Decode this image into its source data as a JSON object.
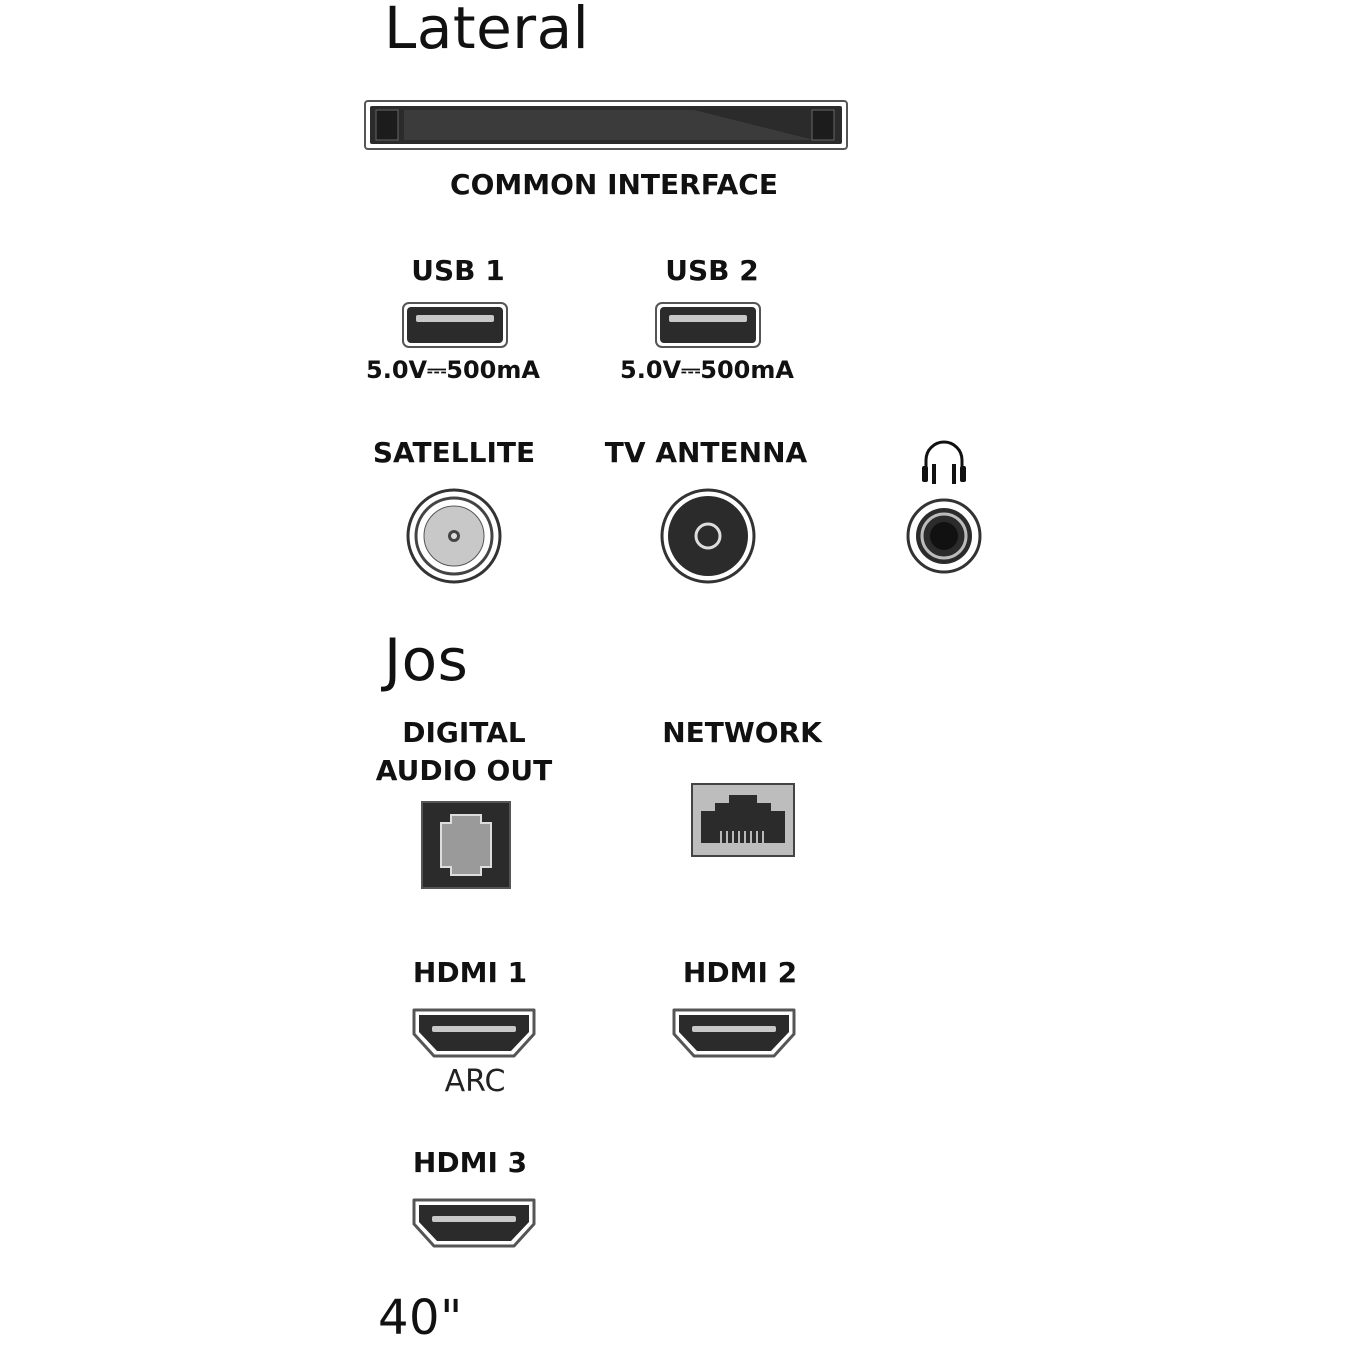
{
  "sections": {
    "side": "Lateral",
    "bottom": "Jos",
    "size": "40\""
  },
  "ports": {
    "common_interface": "COMMON INTERFACE",
    "usb1": {
      "label": "USB 1",
      "rating": "5.0V⎓500mA"
    },
    "usb2": {
      "label": "USB 2",
      "rating": "5.0V⎓500mA"
    },
    "satellite": "SATELLITE",
    "tv_antenna": "TV ANTENNA",
    "headphone_icon": "headphones-icon",
    "digital_audio_out": {
      "line1": "DIGITAL",
      "line2": "AUDIO OUT"
    },
    "network": "NETWORK",
    "hdmi1": {
      "label": "HDMI 1",
      "sub": "ARC"
    },
    "hdmi2": {
      "label": "HDMI 2"
    },
    "hdmi3": {
      "label": "HDMI 3"
    }
  },
  "colors": {
    "port_dark": "#2b2b2b",
    "port_light": "#c8c8c8",
    "outline": "#555555"
  }
}
